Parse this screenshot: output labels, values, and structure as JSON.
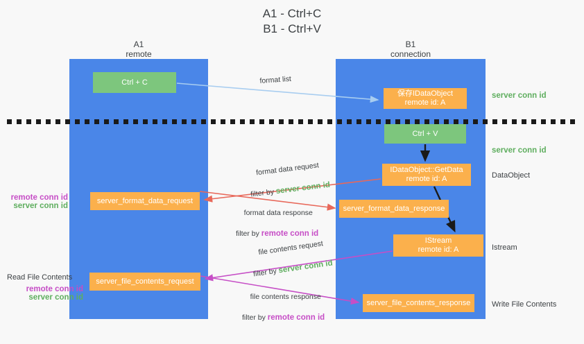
{
  "title": "A1 - Ctrl+C\nB1 - Ctrl+V",
  "lanes": [
    {
      "name": "A1",
      "sub": "remote",
      "header": "A1\nremote",
      "color": "#4a86e8"
    },
    {
      "name": "B1",
      "sub": "connection",
      "header": "B1\nconnection",
      "color": "#4a86e8"
    }
  ],
  "colors": {
    "lane": "#4a86e8",
    "green_box": "#7dc67d",
    "orange_box": "#fbb04c",
    "server_conn_id": "#5fae5f",
    "remote_conn_id": "#c64ec6",
    "arrow_format_list": "#a8cdf0",
    "arrow_format_data": "#e8685a",
    "arrow_file_contents": "#c64ec6",
    "arrow_black": "#1a1a1a",
    "background": "#f8f8f8"
  },
  "boxes": {
    "ctrl_c": "Ctrl + C",
    "ctrl_v": "Ctrl + V",
    "save_idataobject": "保存IDataObject\nremote id: A",
    "getdata": "IDataObject::GetData\nremote id: A",
    "istream": "IStream\nremote id: A",
    "server_format_data_request": "server_format_data_request",
    "server_format_data_response": "server_format_data_response",
    "server_file_contents_request": "server_file_contents_request",
    "server_file_contents_response": "server_file_contents_response"
  },
  "right_labels": {
    "server_conn_id_top": "server conn id",
    "server_conn_id_mid": "server conn id",
    "dataobject": "DataObject",
    "istream": "Istream",
    "write_file_contents": "Write File Contents"
  },
  "left_labels": {
    "remote_conn_id_1": "remote conn id",
    "server_conn_id_1": "server conn id",
    "read_file_contents": "Read File Contents",
    "remote_conn_id_2": "remote conn id",
    "server_conn_id_2": "server conn id"
  },
  "arrow_labels": {
    "format_list": "format list",
    "format_data_request": "format data request",
    "format_data_request_filter_prefix": "filter by ",
    "format_data_request_filter_value": "server conn id",
    "format_data_response": "format data response",
    "format_data_response_filter_prefix": "filter by ",
    "format_data_response_filter_value": "remote conn id",
    "file_contents_request": "file contents request",
    "file_contents_request_filter_prefix": "filter by ",
    "file_contents_request_filter_value": "server conn id",
    "file_contents_response": "file contents response",
    "file_contents_response_filter_prefix": "filter by ",
    "file_contents_response_filter_value": "remote conn id"
  }
}
